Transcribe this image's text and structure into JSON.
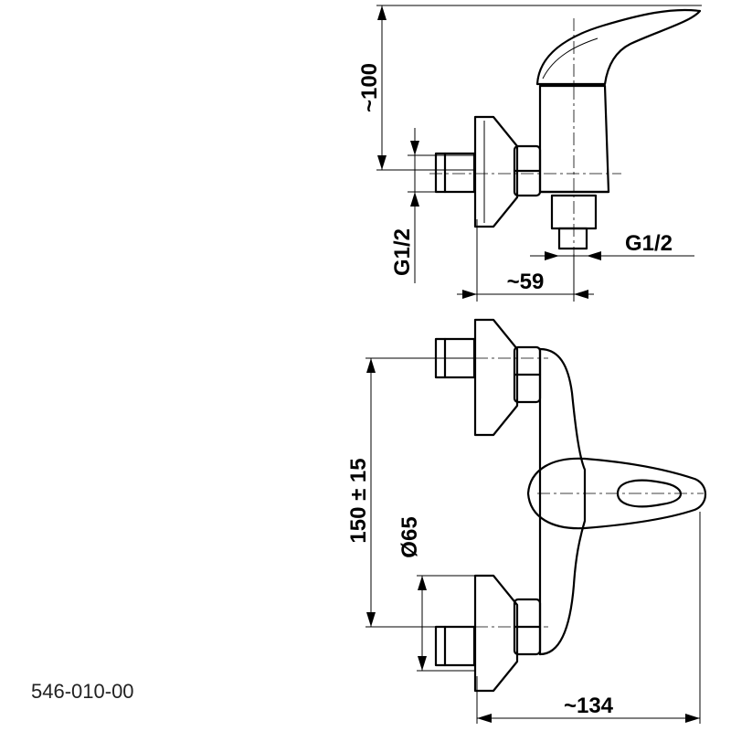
{
  "product_code": "546-010-00",
  "dimensions": {
    "height": "~100",
    "inlet_thread": "G1/2",
    "outlet_thread": "G1/2",
    "depth": "~59",
    "spacing": "150 ± 15",
    "flange_diameter": "Ø65",
    "width": "~134"
  }
}
